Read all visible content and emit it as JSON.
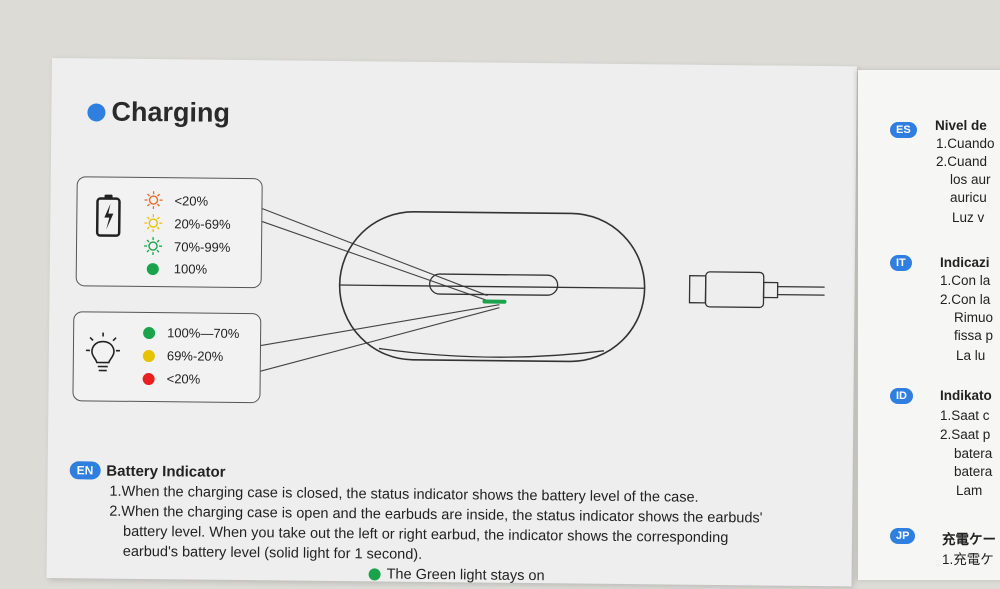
{
  "title": "Charging",
  "colors": {
    "accent": "#2f7fe0",
    "green": "#1aa34a",
    "yellow": "#e6c200",
    "red": "#e8201f",
    "orange": "#e86a2a"
  },
  "battery_box": {
    "icon": "battery-charging-icon",
    "rows": [
      {
        "icon": "light-orange-icon",
        "label": "<20%"
      },
      {
        "icon": "light-yellow-icon",
        "label": "20%-69%"
      },
      {
        "icon": "light-green-blink-icon",
        "label": "70%-99%"
      },
      {
        "icon": "green-dot",
        "label": "100%"
      }
    ]
  },
  "bulb_box": {
    "icon": "lightbulb-icon",
    "rows": [
      {
        "color": "green",
        "label": "100%—70%"
      },
      {
        "color": "yellow",
        "label": "69%-20%"
      },
      {
        "color": "red",
        "label": "<20%"
      }
    ]
  },
  "en": {
    "badge": "EN",
    "heading": "Battery Indicator",
    "line1": "1.When the charging case is closed, the status indicator shows the battery level of the case.",
    "line2": "2.When the charging case is open and the earbuds are inside, the status indicator shows the earbuds'",
    "line3": "battery level. When you take out the left or right earbud, the indicator shows the corresponding",
    "line4": "earbud's battery level (solid light for 1 second).",
    "line5": "The Green light stays on"
  },
  "right_page": [
    {
      "badge": "ES",
      "title": "Nivel de",
      "lines": [
        "1.Cuando",
        "2.Cuand",
        "los aur",
        "auricu",
        "Luz v"
      ]
    },
    {
      "badge": "IT",
      "title": "Indicazi",
      "lines": [
        "1.Con la",
        "2.Con la",
        "Rimuo",
        "fissa p",
        "La lu"
      ]
    },
    {
      "badge": "ID",
      "title": "Indikato",
      "lines": [
        "1.Saat c",
        "2.Saat p",
        "batera",
        "batera",
        "Lam"
      ]
    },
    {
      "badge": "JP",
      "title": "充電ケー",
      "lines": [
        "1.充電ケ"
      ]
    }
  ]
}
